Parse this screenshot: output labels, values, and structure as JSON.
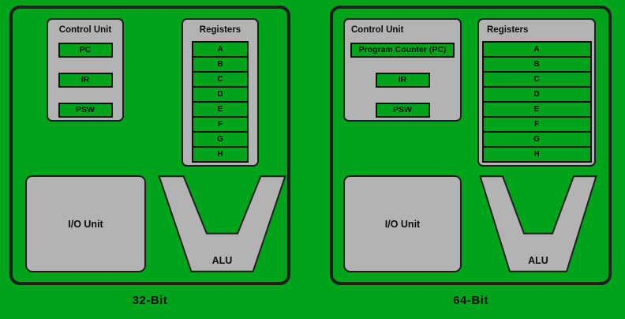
{
  "colors": {
    "background_green": "#00A41B",
    "box_gray": "#B3B3B3",
    "border_black": "#1E1E1E"
  },
  "panels": [
    {
      "caption": "32-Bit",
      "control_unit": {
        "title": "Control Unit",
        "boxes": [
          "PC",
          "IR",
          "PSW"
        ]
      },
      "registers": {
        "title": "Registers",
        "rows": [
          "A",
          "B",
          "C",
          "D",
          "E",
          "F",
          "G",
          "H"
        ]
      },
      "io_unit_label": "I/O Unit",
      "alu_label": "ALU"
    },
    {
      "caption": "64-Bit",
      "control_unit": {
        "title": "Control Unit",
        "boxes": [
          "Program Counter (PC)",
          "IR",
          "PSW"
        ]
      },
      "registers": {
        "title": "Registers",
        "rows": [
          "A",
          "B",
          "C",
          "D",
          "E",
          "F",
          "G",
          "H"
        ]
      },
      "io_unit_label": "I/O Unit",
      "alu_label": "ALU"
    }
  ]
}
